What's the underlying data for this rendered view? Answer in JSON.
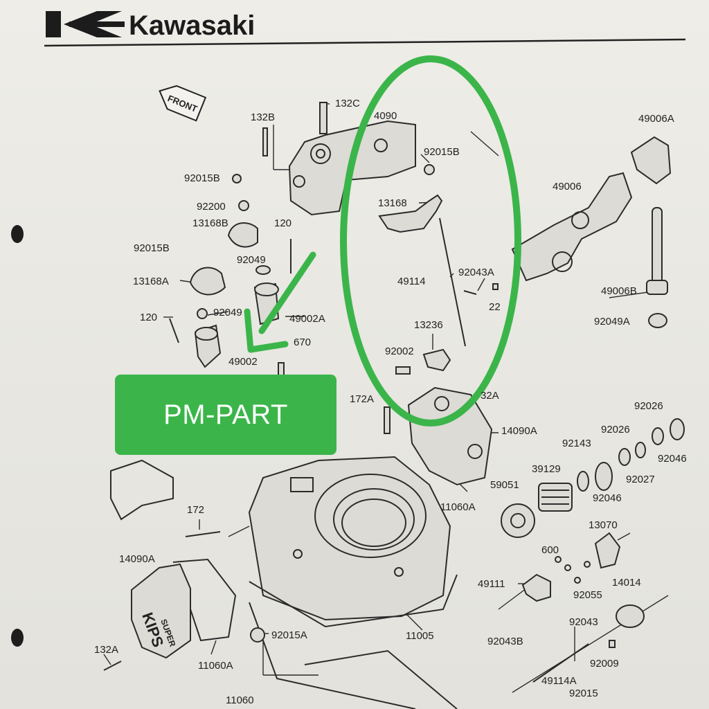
{
  "brand": {
    "name": "Kawasaki"
  },
  "front_sign": "FRONT",
  "watermark": {
    "text": "PM-PART",
    "color": "#3bb54a"
  },
  "cover_text": {
    "line1": "SUPER",
    "line2": "KIPS"
  },
  "highlight_color": "#3bb54a",
  "part_numbers": [
    "132C",
    "132B",
    "4090",
    "92015B",
    "92015B",
    "92200",
    "13168B",
    "120",
    "13168",
    "92015B",
    "92049",
    "13168A",
    "92049",
    "92043A",
    "49114",
    "22",
    "120",
    "49002A",
    "670",
    "13236",
    "92002",
    "49002",
    "49006A",
    "49006",
    "49006B",
    "92049A",
    "172A",
    "32A",
    "14090A",
    "92026",
    "92026",
    "92143",
    "92046",
    "39129",
    "92027",
    "59051",
    "92046",
    "11060A",
    "13070",
    "172",
    "600",
    "14090A",
    "49111",
    "92055",
    "14014",
    "11005",
    "92015A",
    "92043",
    "92043B",
    "132A",
    "11060A",
    "92009",
    "49114A",
    "92015",
    "11060"
  ]
}
